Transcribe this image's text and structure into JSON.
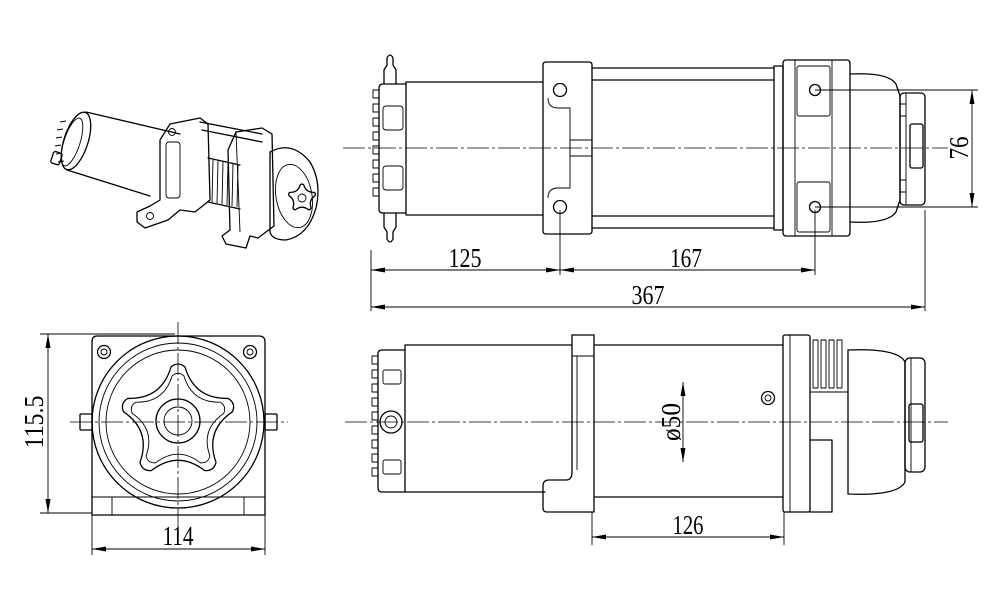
{
  "drawing": {
    "colors": {
      "line": "#000000",
      "background": "#ffffff"
    },
    "top_view": {
      "dim_end_to_first_bolt": "125",
      "dim_bolt_to_bolt": "167",
      "dim_overall_length": "367",
      "dim_bolt_spacing": "76"
    },
    "end_view": {
      "dim_height": "115.5",
      "dim_width": "114"
    },
    "front_view": {
      "dim_drum_diameter": "ø50",
      "dim_drum_length": "126"
    }
  }
}
